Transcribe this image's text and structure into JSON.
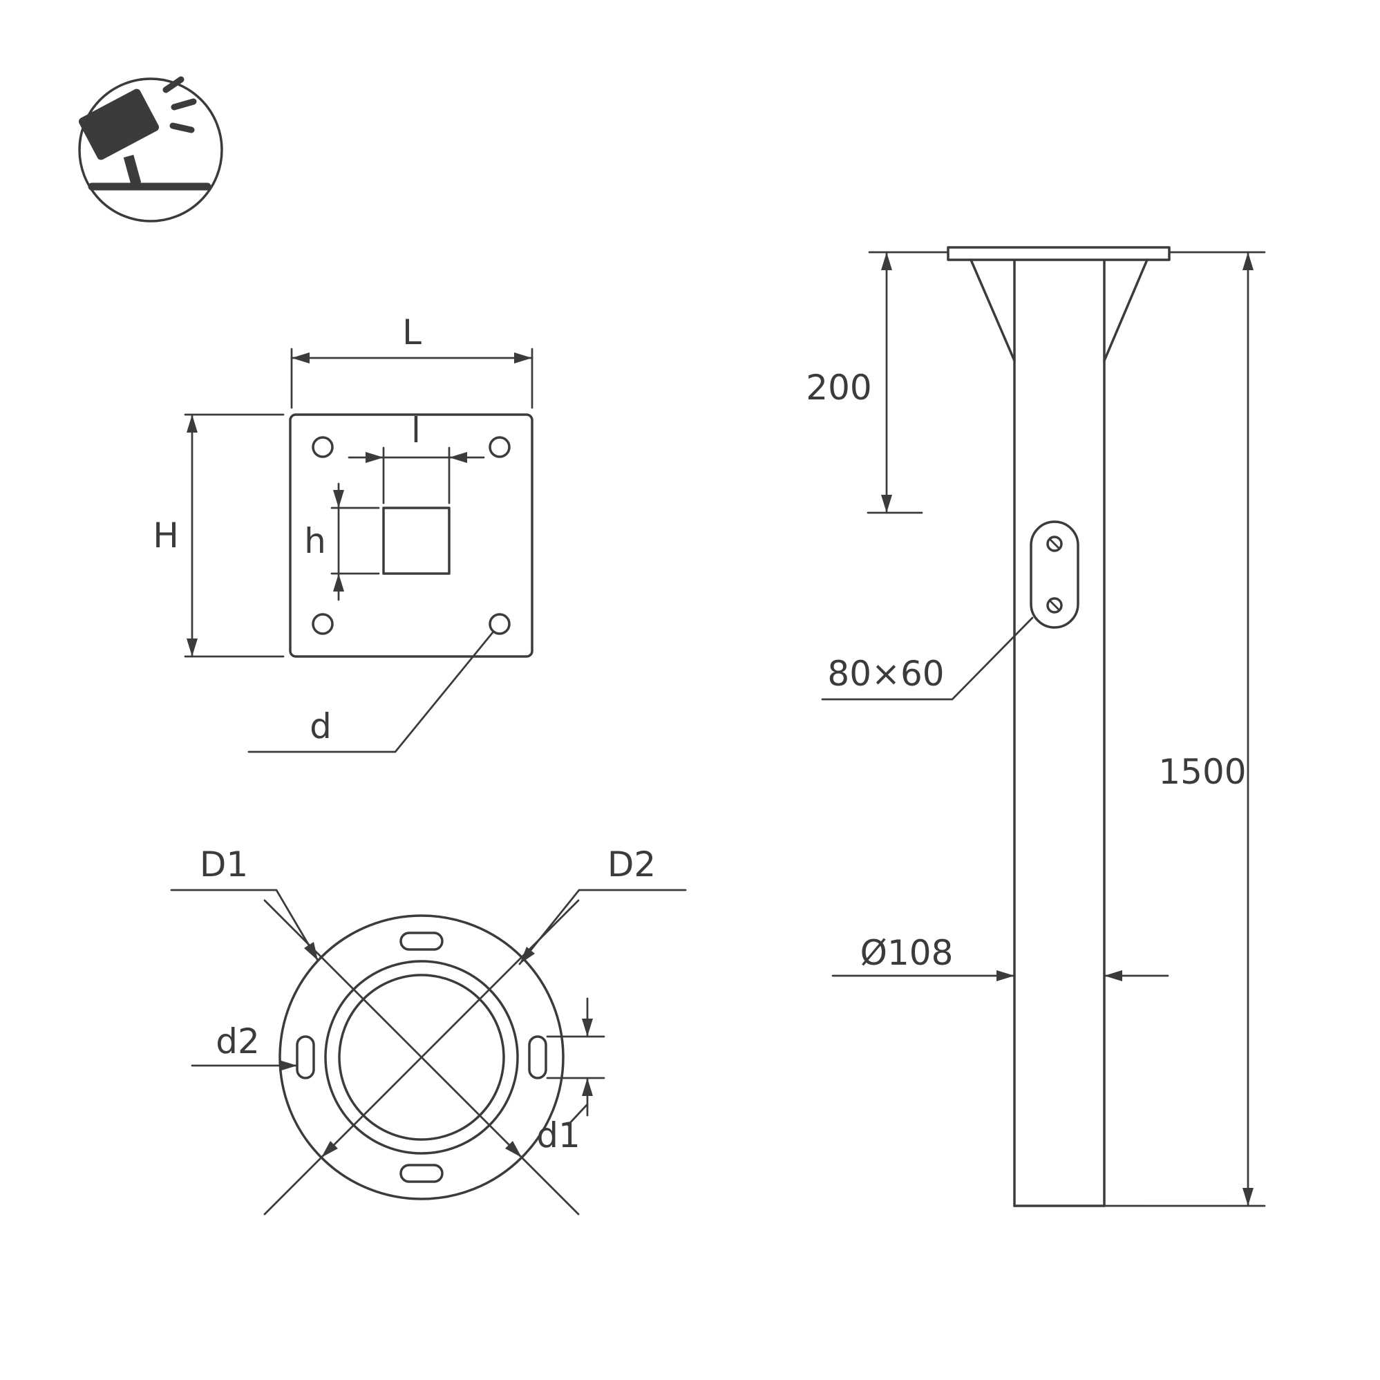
{
  "colors": {
    "line": "#3b3b3b",
    "background": "#ffffff"
  },
  "labels": {
    "top": {
      "L": "L",
      "l_small": "l",
      "H": "H",
      "h_small": "h",
      "d": "d"
    },
    "bottom": {
      "D1": "D1",
      "D2": "D2",
      "d1": "d1",
      "d2": "d2"
    },
    "side": {
      "offset_top": "200",
      "total_length": "1500",
      "hatch_size": "80×60",
      "pipe_diameter": "Ø108"
    }
  }
}
